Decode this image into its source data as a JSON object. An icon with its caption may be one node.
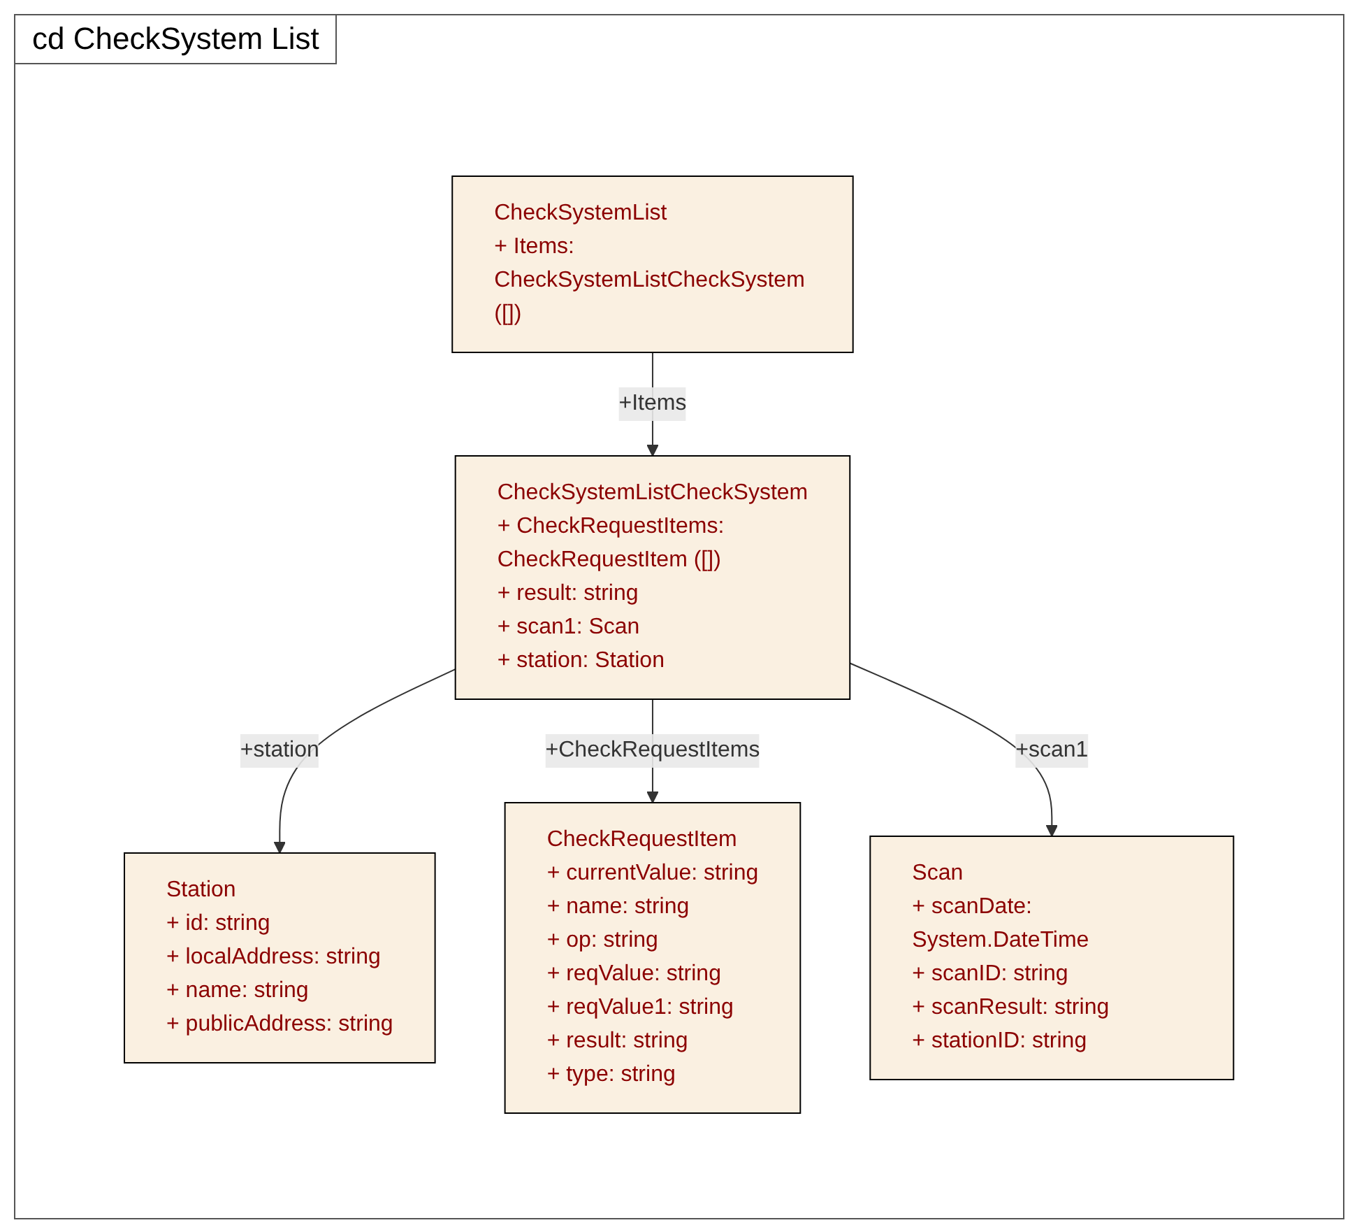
{
  "diagram": {
    "title": "cd CheckSystem List",
    "nodes": [
      {
        "text": [
          "CheckSystemList",
          "+ Items: CheckSystemListCheckSystem ([])"
        ]
      },
      {
        "text": [
          "CheckSystemListCheckSystem",
          "+ CheckRequestItems: CheckRequestItem ([])",
          "+ result: string",
          "+ scan1: Scan",
          "+ station: Station"
        ]
      },
      {
        "text": [
          "Station",
          "+ id: string",
          "+ localAddress: string",
          "+ name: string",
          "+ publicAddress: string"
        ]
      },
      {
        "text": [
          "CheckRequestItem",
          "+ currentValue: string",
          "+ name: string",
          "+ op: string",
          "+ reqValue: string",
          "+ reqValue1: string",
          "+ result: string",
          "+ type: string"
        ]
      },
      {
        "text": [
          "Scan",
          "+ scanDate: System.DateTime",
          "+ scanID: string",
          "+ scanResult: string",
          "+ stationID: string"
        ]
      }
    ],
    "edges": [
      {
        "from": 0,
        "to": 1,
        "arrow": "to",
        "label": "+Items"
      },
      {
        "from": 1,
        "to": 2,
        "arrow": "to",
        "label": "+station"
      },
      {
        "from": 1,
        "to": 3,
        "arrow": "to",
        "label": "+CheckRequestItems"
      },
      {
        "from": 1,
        "to": 4,
        "arrow": "to",
        "label": "+scan1"
      }
    ]
  }
}
